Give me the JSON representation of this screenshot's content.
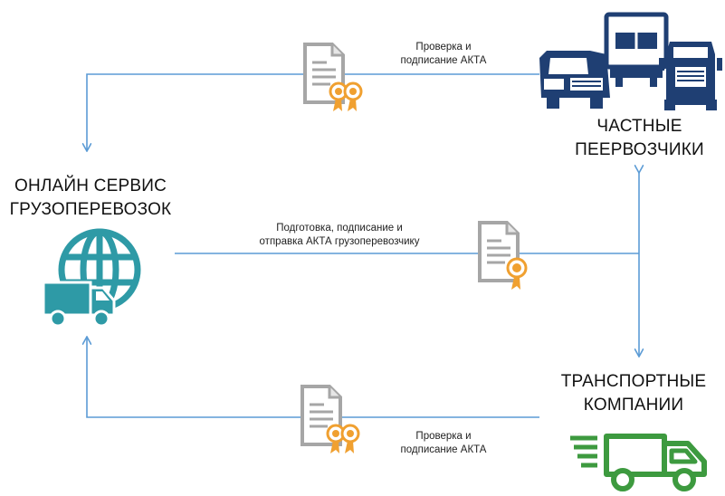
{
  "nodes": {
    "online_service": {
      "line1": "ОНЛАЙН СЕРВИС",
      "line2": "ГРУЗОПЕРЕВОЗОК"
    },
    "private_carriers": {
      "line1": "ЧАСТНЫЕ",
      "line2": "ПЕЕРВОЗЧИКИ"
    },
    "transport_companies": {
      "line1": "ТРАНСПОРТНЫЕ",
      "line2": "КОМПАНИИ"
    }
  },
  "edges": {
    "top": {
      "line1": "Проверка и",
      "line2": "подписание АКТА"
    },
    "middle": {
      "line1": "Подготовка, подписание и",
      "line2": "отправка АКТА грузоперевозчику"
    },
    "bottom": {
      "line1": "Проверка и",
      "line2": "подписание АКТА"
    }
  },
  "icons": [
    "globe-truck-icon",
    "trucks-group-icon",
    "green-truck-icon",
    "certificate-document-icon"
  ],
  "colors": {
    "arrow": "#5b9bd5",
    "teal": "#2e9aa6",
    "navy": "#1f3f73",
    "truck_green": "#3d9a3f",
    "doc_grey": "#a6a6a6",
    "seal_orange": "#f0a030"
  }
}
